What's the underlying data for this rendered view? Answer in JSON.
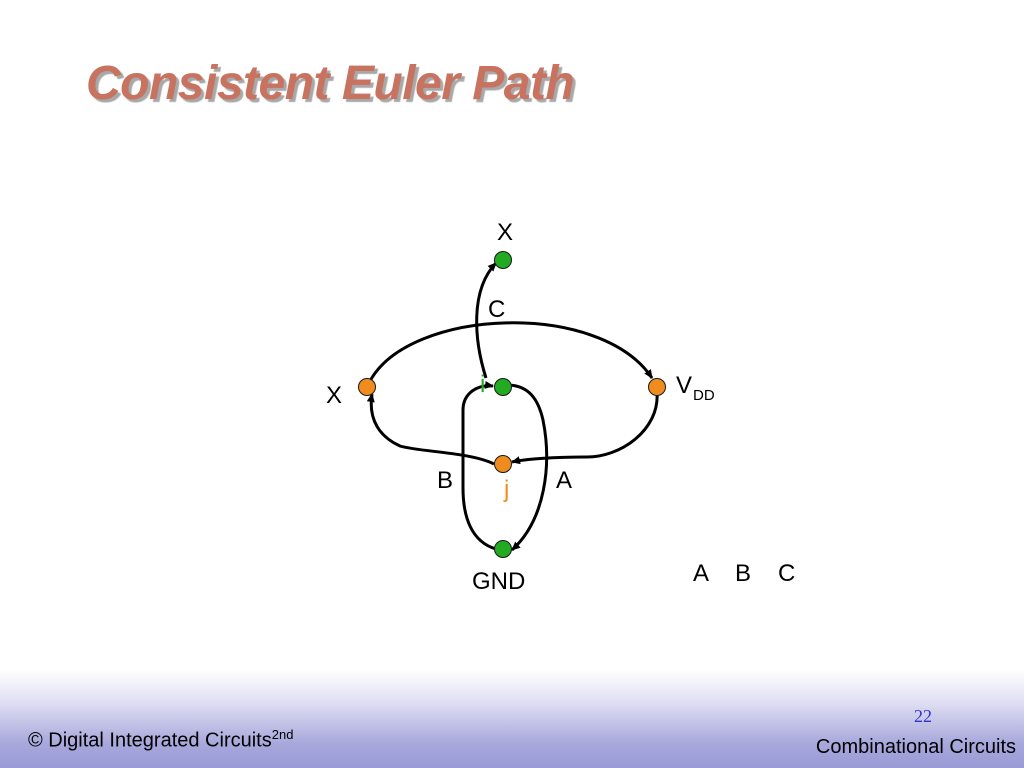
{
  "slide": {
    "title": "Consistent Euler Path"
  },
  "diagram": {
    "nodes": {
      "x_top": {
        "label": "X",
        "color": "#22aa22"
      },
      "x_left": {
        "label": "X",
        "color": "#f08c1e"
      },
      "i": {
        "label": "i",
        "color": "#22aa22"
      },
      "vdd": {
        "label_main": "V",
        "label_sub": "DD",
        "color": "#f08c1e"
      },
      "j": {
        "label": "j",
        "color": "#f08c1e"
      },
      "gnd": {
        "label": "GND",
        "color": "#22aa22"
      }
    },
    "edges": {
      "c": "C",
      "b": "B",
      "a": "A"
    },
    "path_sequence": {
      "first": "A",
      "second": "B",
      "third": "C"
    }
  },
  "footer": {
    "left_text": "© Digital Integrated Circuits",
    "left_sup": "2nd",
    "page_number": "22",
    "right_text": "Combinational Circuits"
  }
}
